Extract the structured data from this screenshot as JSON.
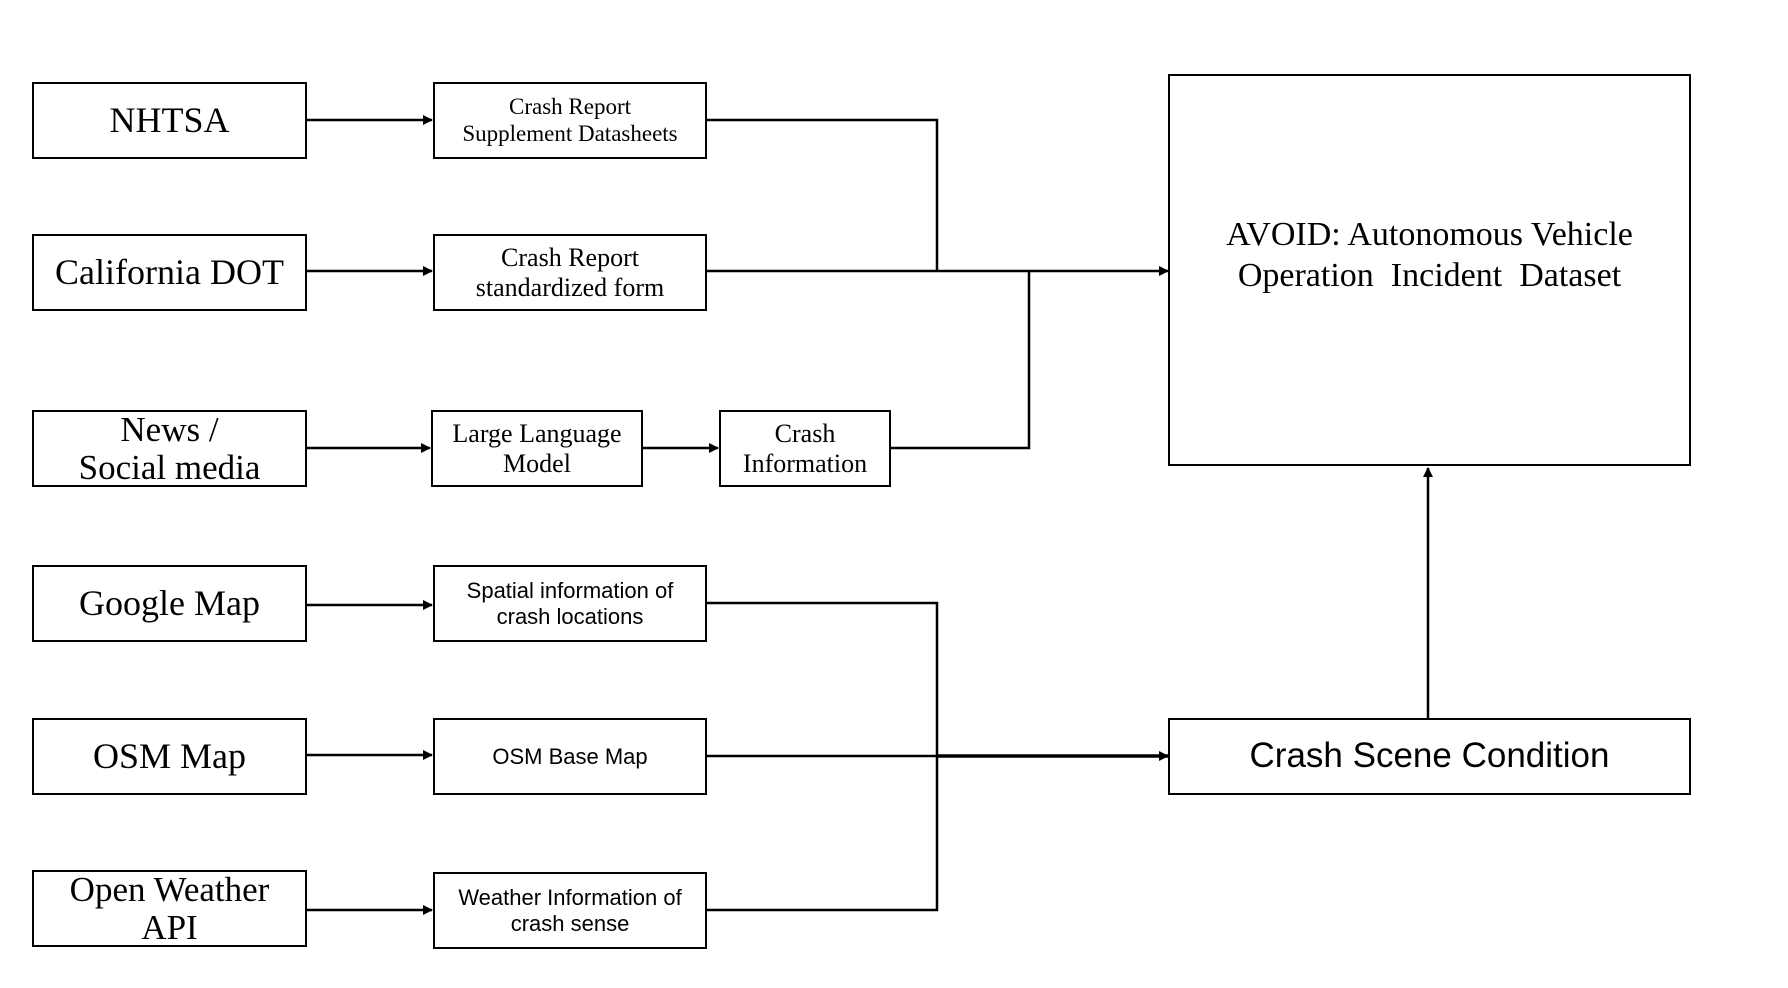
{
  "sources": {
    "nhtsa": "NHTSA",
    "california_dot": "California DOT",
    "news_line1": "News /",
    "news_line2": "Social media",
    "google_map": "Google Map",
    "osm_map": "OSM Map",
    "weather_line1": "Open Weather",
    "weather_line2": "API"
  },
  "intermediate": {
    "crash_report_supp_line1": "Crash Report",
    "crash_report_supp_line2": "Supplement Datasheets",
    "crash_report_std_line1": "Crash Report",
    "crash_report_std_line2": "standardized form",
    "llm_line1": "Large Language",
    "llm_line2": "Model",
    "crash_info_line1": "Crash",
    "crash_info_line2": "Information",
    "spatial_line1": "Spatial information of",
    "spatial_line2": "crash locations",
    "osm_base_map": "OSM Base Map",
    "weather_info_line1": "Weather Information of",
    "weather_info_line2": "crash sense"
  },
  "outputs": {
    "avoid_line1": "AVOID: Autonomous Vehicle",
    "avoid_line2": "Operation  Incident  Dataset",
    "crash_scene": "Crash Scene Condition"
  }
}
